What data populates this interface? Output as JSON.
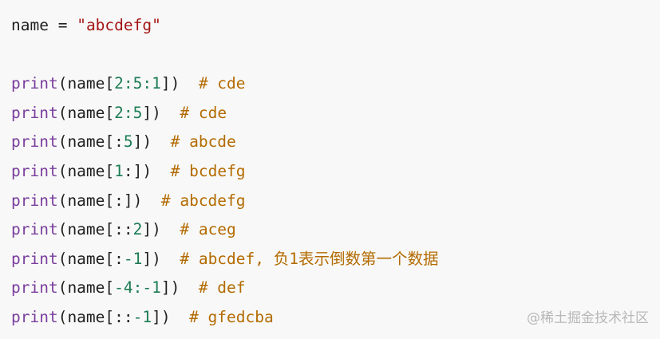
{
  "line0": {
    "var": "name",
    "op": " = ",
    "str": "\"abcdefg\""
  },
  "lines": [
    {
      "fn": "print",
      "a": "(name[",
      "n": "2:5:1",
      "b": "])",
      "sp": "  ",
      "c": "# cde"
    },
    {
      "fn": "print",
      "a": "(name[",
      "n": "2:5",
      "b": "])",
      "sp": "  ",
      "c": "# cde"
    },
    {
      "fn": "print",
      "a": "(name[:",
      "n": "5",
      "b": "])",
      "sp": "  ",
      "c": "# abcde"
    },
    {
      "fn": "print",
      "a": "(name[",
      "n": "1",
      "b": ":])",
      "sp": "  ",
      "c": "# bcdefg"
    },
    {
      "fn": "print",
      "a": "(name[:",
      "n": "",
      "b": "])",
      "sp": "  ",
      "c": "# abcdefg"
    },
    {
      "fn": "print",
      "a": "(name[::",
      "n": "2",
      "b": "])",
      "sp": "  ",
      "c": "# aceg"
    },
    {
      "fn": "print",
      "a": "(name[:",
      "n": "-1",
      "b": "])",
      "sp": "  ",
      "c": "# abcdef, 负1表示倒数第一个数据"
    },
    {
      "fn": "print",
      "a": "(name[",
      "n": "-4:-1",
      "b": "])",
      "sp": "  ",
      "c": "# def"
    },
    {
      "fn": "print",
      "a": "(name[::",
      "n": "-1",
      "b": "])",
      "sp": "  ",
      "c": "# gfedcba"
    }
  ],
  "watermark": "@稀土掘金技术社区"
}
